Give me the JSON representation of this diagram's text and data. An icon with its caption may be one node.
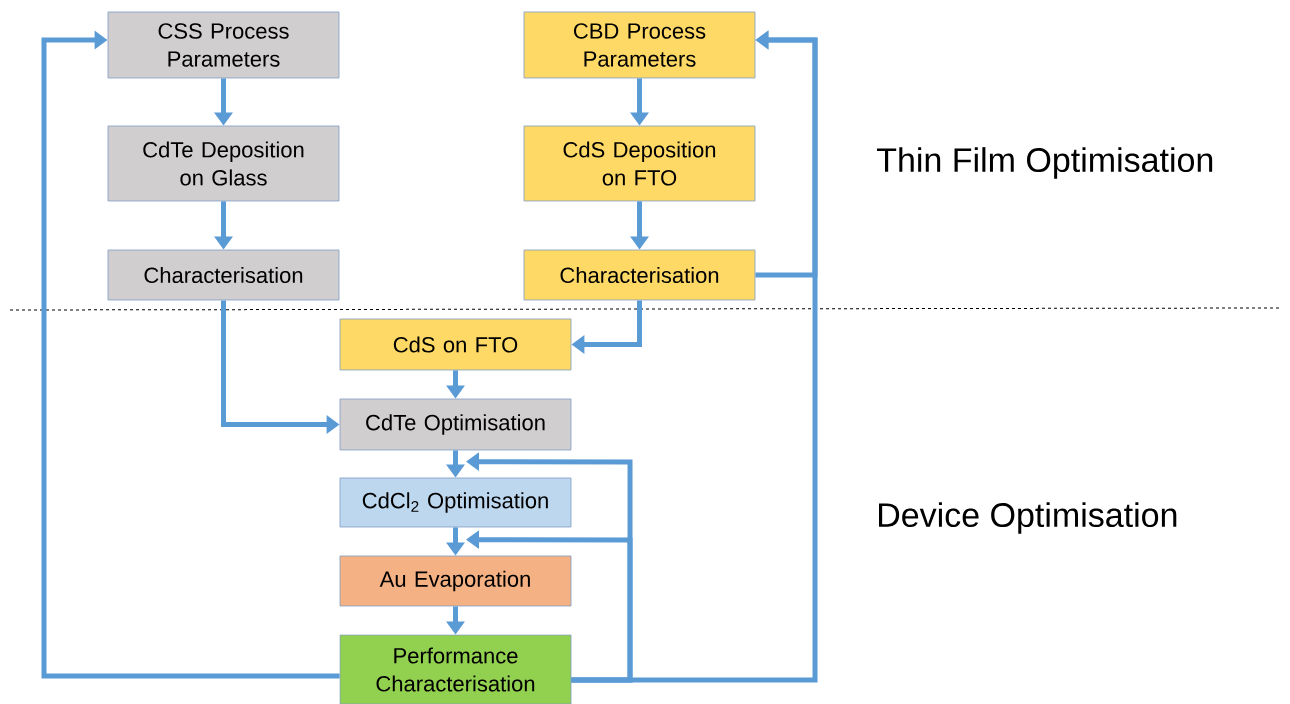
{
  "diagram": {
    "nodes": [
      {
        "text": [
          "CSS Process Parameters"
        ]
      },
      {
        "text": [
          "CBD Process Parameters"
        ]
      },
      {
        "text": [
          "CdTe Deposition on Glass"
        ]
      },
      {
        "text": [
          "CdS Deposition on FTO"
        ]
      },
      {
        "text": [
          "Characterisation"
        ]
      },
      {
        "text": [
          "Characterisation"
        ]
      },
      {
        "text": [
          "CdS on FTO"
        ]
      },
      {
        "text": [
          "CdTe Optimisation"
        ]
      },
      {
        "text": [
          "CdCl$_{2}$ Optimisation"
        ]
      },
      {
        "text": [
          "Au Evaporation"
        ]
      },
      {
        "text": [
          "Performance Characterisation"
        ]
      }
    ],
    "edges": [
      {
        "from": 0,
        "to": 2,
        "arrow": "to"
      },
      {
        "from": 2,
        "to": 4,
        "arrow": "to"
      },
      {
        "from": 1,
        "to": 3,
        "arrow": "to"
      },
      {
        "from": 3,
        "to": 5,
        "arrow": "to"
      },
      {
        "from": 5,
        "to": 1,
        "arrow": "to"
      },
      {
        "from": 4,
        "to": 7,
        "arrow": "to"
      },
      {
        "from": 5,
        "to": 6,
        "arrow": "to"
      },
      {
        "from": 6,
        "to": 7,
        "arrow": "to"
      },
      {
        "from": 7,
        "to": 8,
        "arrow": "to"
      },
      {
        "from": 8,
        "to": 9,
        "arrow": "to"
      },
      {
        "from": 9,
        "to": 10,
        "arrow": "to"
      },
      {
        "from": 10,
        "to": 0,
        "arrow": "to"
      },
      {
        "from": 10,
        "to": 8,
        "arrow": "to"
      },
      {
        "from": 10,
        "to": 9,
        "arrow": "to"
      },
      {
        "from": 10,
        "to": 1,
        "arrow": "to"
      }
    ],
    "labels": [
      "Thin Film Optimisation",
      "Device Optimisation"
    ]
  }
}
